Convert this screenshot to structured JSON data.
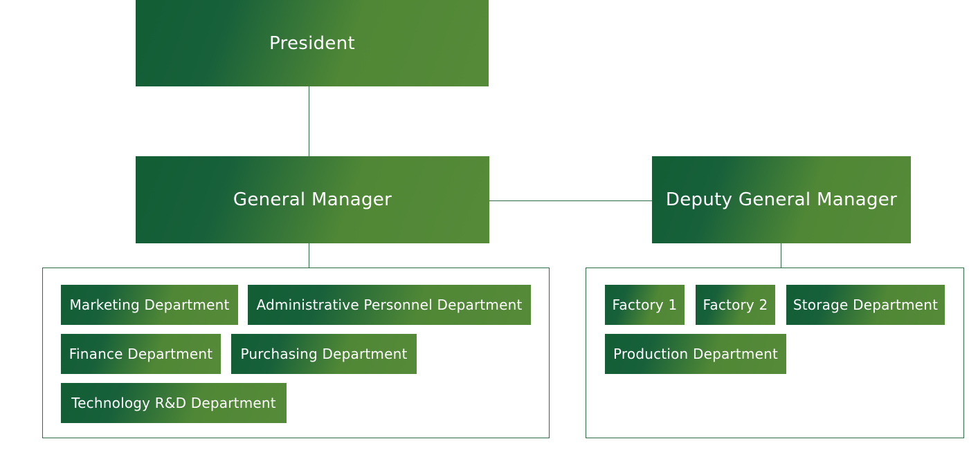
{
  "president": {
    "label": "President"
  },
  "general_manager": {
    "label": "General Manager"
  },
  "deputy_general_manager": {
    "label": "Deputy General Manager"
  },
  "gm_departments": [
    {
      "label": "Marketing Department"
    },
    {
      "label": "Administrative Personnel Department"
    },
    {
      "label": "Finance Department"
    },
    {
      "label": "Purchasing Department"
    },
    {
      "label": "Technology R&D Department"
    }
  ],
  "dgm_departments": [
    {
      "label": "Factory 1"
    },
    {
      "label": "Factory 2"
    },
    {
      "label": "Storage Department"
    },
    {
      "label": "Production Department"
    }
  ],
  "colors": {
    "box_dark": "#135e35",
    "box_light": "#558a38",
    "connector": "#2e6a45"
  }
}
